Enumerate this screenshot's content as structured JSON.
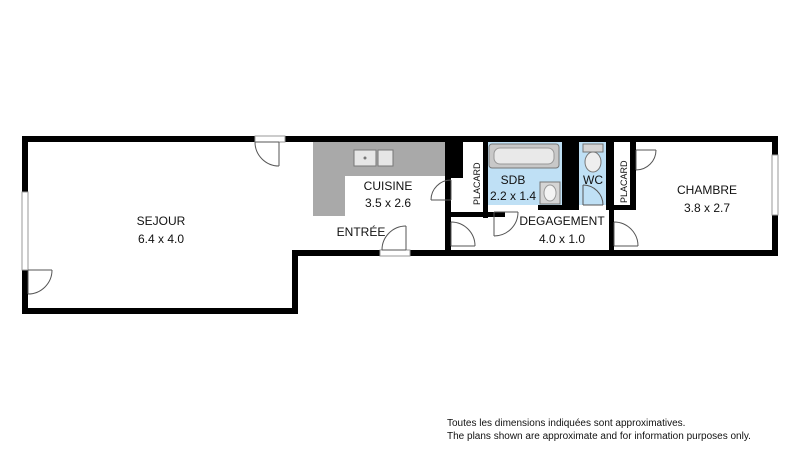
{
  "rooms": {
    "sejour": {
      "name": "SEJOUR",
      "dims": "6.4 x 4.0"
    },
    "cuisine": {
      "name": "CUISINE",
      "dims": "3.5 x 2.6"
    },
    "entree": {
      "name": "ENTRÉE"
    },
    "sdb": {
      "name": "SDB",
      "dims": "2.2 x 1.4"
    },
    "wc": {
      "name": "WC"
    },
    "degagement": {
      "name": "DEGAGEMENT",
      "dims": "4.0 x 1.0"
    },
    "chambre": {
      "name": "CHAMBRE",
      "dims": "3.8 x 2.7"
    },
    "placard_small": {
      "name": "PLACARD"
    },
    "placard_large": {
      "name": "PLACARD"
    }
  },
  "colors": {
    "wall": "#000000",
    "kitchen_counter": "#a9a9a9",
    "bathroom_floor": "#bfe0f5",
    "fixture": "#c8c8c8",
    "window": "#9a9a9a"
  },
  "footer": {
    "line1": "Toutes les dimensions indiquées sont approximatives.",
    "line2": "The plans shown are approximate and for information purposes only."
  }
}
